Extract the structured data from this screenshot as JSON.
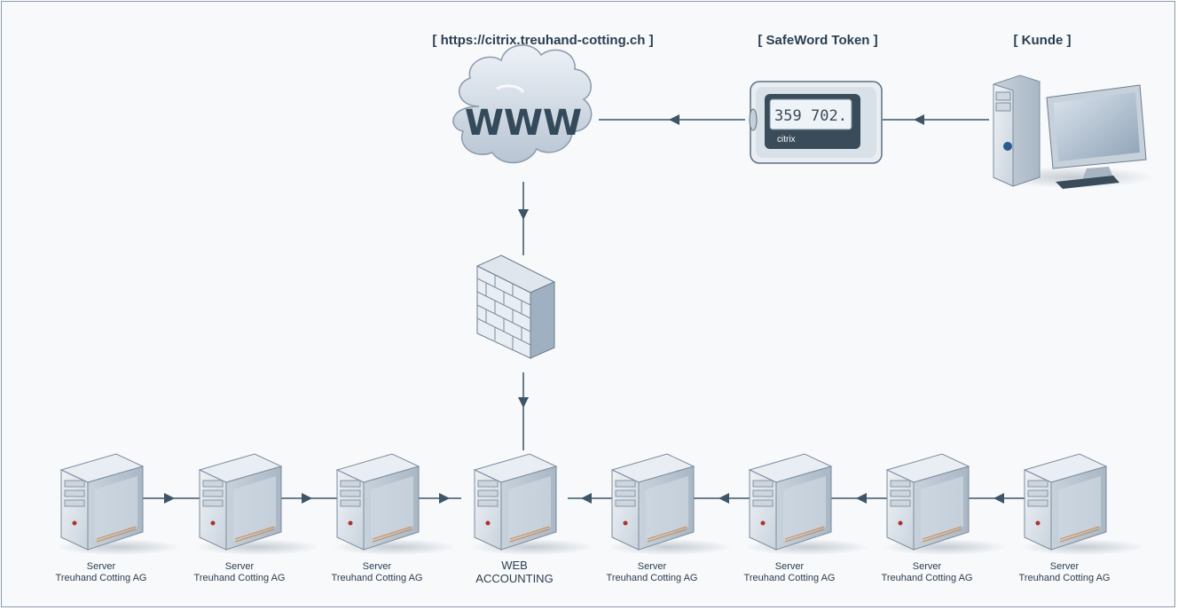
{
  "labels": {
    "url": "[ https://citrix.treuhand-cotting.ch ]",
    "token": "[ SafeWord Token ]",
    "client": "[ Kunde ]"
  },
  "cloud_text": "WWW",
  "token_display": "359 702.",
  "token_brand": "citrix",
  "servers": [
    {
      "line1": "Server",
      "line2": "Treuhand Cotting AG"
    },
    {
      "line1": "Server",
      "line2": "Treuhand Cotting AG"
    },
    {
      "line1": "Server",
      "line2": "Treuhand Cotting AG"
    },
    {
      "line1": "WEB",
      "line2": "ACCOUNTING"
    },
    {
      "line1": "Server",
      "line2": "Treuhand Cotting AG"
    },
    {
      "line1": "Server",
      "line2": "Treuhand Cotting AG"
    },
    {
      "line1": "Server",
      "line2": "Treuhand Cotting AG"
    },
    {
      "line1": "Server",
      "line2": "Treuhand Cotting AG"
    }
  ],
  "colors": {
    "line": "#3d5566",
    "server_face": "#dfe6ee",
    "server_side": "#b9c6d3",
    "accent": "#2b3e50"
  }
}
